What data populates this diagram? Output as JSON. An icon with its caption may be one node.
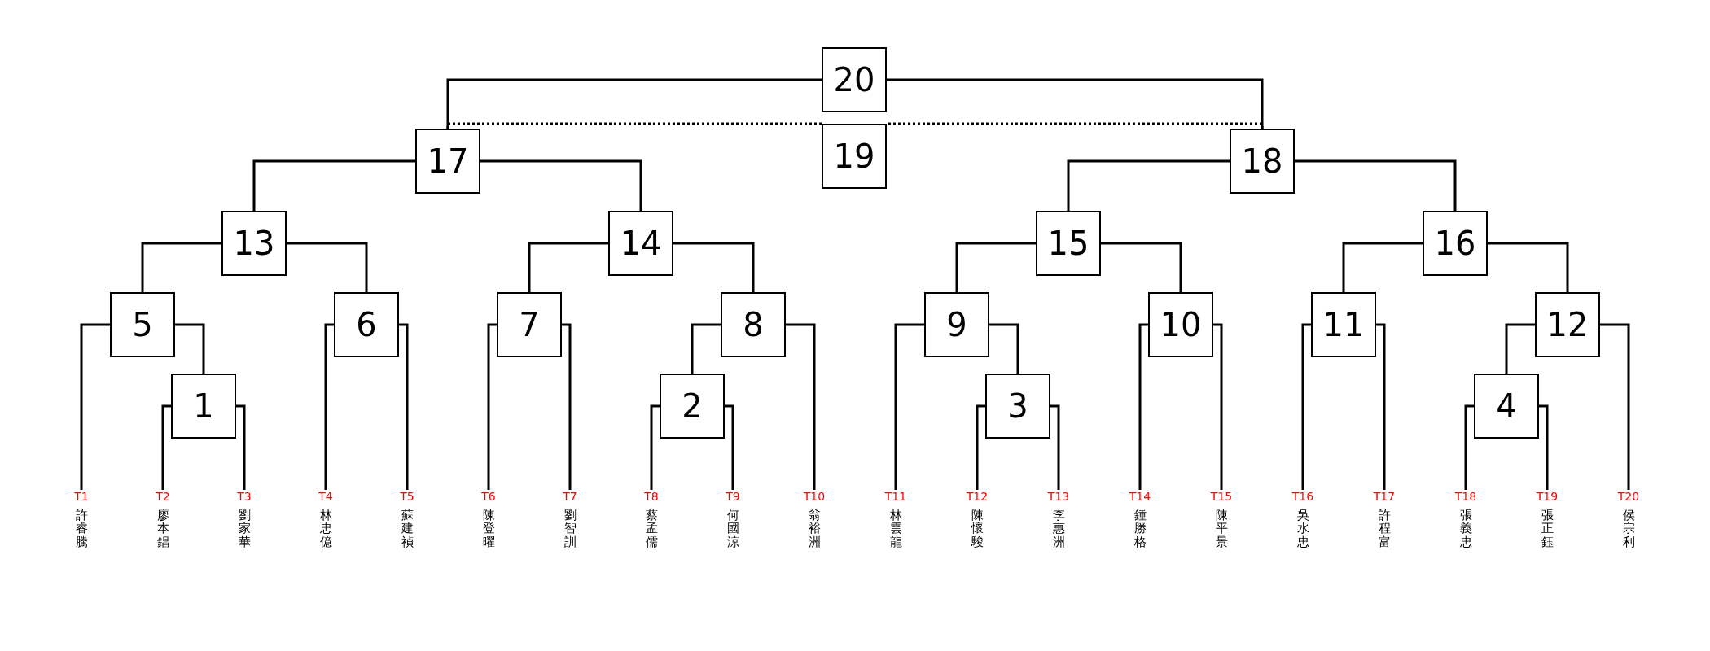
{
  "diagram": {
    "nodes": [
      {
        "text": [
          "1"
        ]
      },
      {
        "text": [
          "2"
        ]
      },
      {
        "text": [
          "3"
        ]
      },
      {
        "text": [
          "4"
        ]
      },
      {
        "text": [
          "5"
        ]
      },
      {
        "text": [
          "6"
        ]
      },
      {
        "text": [
          "7"
        ]
      },
      {
        "text": [
          "8"
        ]
      },
      {
        "text": [
          "9"
        ]
      },
      {
        "text": [
          "10"
        ]
      },
      {
        "text": [
          "11"
        ]
      },
      {
        "text": [
          "12"
        ]
      },
      {
        "text": [
          "13"
        ]
      },
      {
        "text": [
          "14"
        ]
      },
      {
        "text": [
          "15"
        ]
      },
      {
        "text": [
          "16"
        ]
      },
      {
        "text": [
          "17"
        ]
      },
      {
        "text": [
          "18"
        ]
      },
      {
        "text": [
          "19"
        ]
      },
      {
        "text": [
          "20"
        ]
      },
      {
        "text": [
          "T1",
          "許睿騰"
        ]
      },
      {
        "text": [
          "T2",
          "廖本錩"
        ]
      },
      {
        "text": [
          "T3",
          "劉家華"
        ]
      },
      {
        "text": [
          "T4",
          "林忠億"
        ]
      },
      {
        "text": [
          "T5",
          "蘇建禎"
        ]
      },
      {
        "text": [
          "T6",
          "陳登曜"
        ]
      },
      {
        "text": [
          "T7",
          "劉智訓"
        ]
      },
      {
        "text": [
          "T8",
          "蔡孟儒"
        ]
      },
      {
        "text": [
          "T9",
          "何國涼"
        ]
      },
      {
        "text": [
          "T10",
          "翁裕洲"
        ]
      },
      {
        "text": [
          "T11",
          "林雲龍"
        ]
      },
      {
        "text": [
          "T12",
          "陳懷駿"
        ]
      },
      {
        "text": [
          "T13",
          "李惠洲"
        ]
      },
      {
        "text": [
          "T14",
          "鍾勝格"
        ]
      },
      {
        "text": [
          "T15",
          "陳平景"
        ]
      },
      {
        "text": [
          "T16",
          "吳水忠"
        ]
      },
      {
        "text": [
          "T17",
          "許程富"
        ]
      },
      {
        "text": [
          "T18",
          "張義忠"
        ]
      },
      {
        "text": [
          "T19",
          "張正鈺"
        ]
      },
      {
        "text": [
          "T20",
          "侯宗利"
        ]
      }
    ],
    "edges": [
      {
        "from": 21,
        "to": 0,
        "arrow": "none"
      },
      {
        "from": 22,
        "to": 0,
        "arrow": "none"
      },
      {
        "from": 27,
        "to": 1,
        "arrow": "none"
      },
      {
        "from": 28,
        "to": 1,
        "arrow": "none"
      },
      {
        "from": 31,
        "to": 2,
        "arrow": "none"
      },
      {
        "from": 32,
        "to": 2,
        "arrow": "none"
      },
      {
        "from": 37,
        "to": 3,
        "arrow": "none"
      },
      {
        "from": 38,
        "to": 3,
        "arrow": "none"
      },
      {
        "from": 20,
        "to": 4,
        "arrow": "none"
      },
      {
        "from": 0,
        "to": 4,
        "arrow": "none"
      },
      {
        "from": 23,
        "to": 5,
        "arrow": "none"
      },
      {
        "from": 24,
        "to": 5,
        "arrow": "none"
      },
      {
        "from": 25,
        "to": 6,
        "arrow": "none"
      },
      {
        "from": 26,
        "to": 6,
        "arrow": "none"
      },
      {
        "from": 1,
        "to": 7,
        "arrow": "none"
      },
      {
        "from": 29,
        "to": 7,
        "arrow": "none"
      },
      {
        "from": 30,
        "to": 8,
        "arrow": "none"
      },
      {
        "from": 2,
        "to": 8,
        "arrow": "none"
      },
      {
        "from": 33,
        "to": 9,
        "arrow": "none"
      },
      {
        "from": 34,
        "to": 9,
        "arrow": "none"
      },
      {
        "from": 35,
        "to": 10,
        "arrow": "none"
      },
      {
        "from": 36,
        "to": 10,
        "arrow": "none"
      },
      {
        "from": 3,
        "to": 11,
        "arrow": "none"
      },
      {
        "from": 39,
        "to": 11,
        "arrow": "none"
      },
      {
        "from": 4,
        "to": 12,
        "arrow": "none"
      },
      {
        "from": 5,
        "to": 12,
        "arrow": "none"
      },
      {
        "from": 6,
        "to": 13,
        "arrow": "none"
      },
      {
        "from": 7,
        "to": 13,
        "arrow": "none"
      },
      {
        "from": 8,
        "to": 14,
        "arrow": "none"
      },
      {
        "from": 9,
        "to": 14,
        "arrow": "none"
      },
      {
        "from": 10,
        "to": 15,
        "arrow": "none"
      },
      {
        "from": 11,
        "to": 15,
        "arrow": "none"
      },
      {
        "from": 12,
        "to": 16,
        "arrow": "none"
      },
      {
        "from": 13,
        "to": 16,
        "arrow": "none"
      },
      {
        "from": 14,
        "to": 17,
        "arrow": "none"
      },
      {
        "from": 15,
        "to": 17,
        "arrow": "none"
      },
      {
        "from": 16,
        "to": 19,
        "arrow": "none"
      },
      {
        "from": 17,
        "to": 19,
        "arrow": "none"
      },
      {
        "from": 16,
        "to": 18,
        "arrow": "none",
        "style": "dashed"
      },
      {
        "from": 17,
        "to": 18,
        "arrow": "none",
        "style": "dashed"
      }
    ]
  }
}
